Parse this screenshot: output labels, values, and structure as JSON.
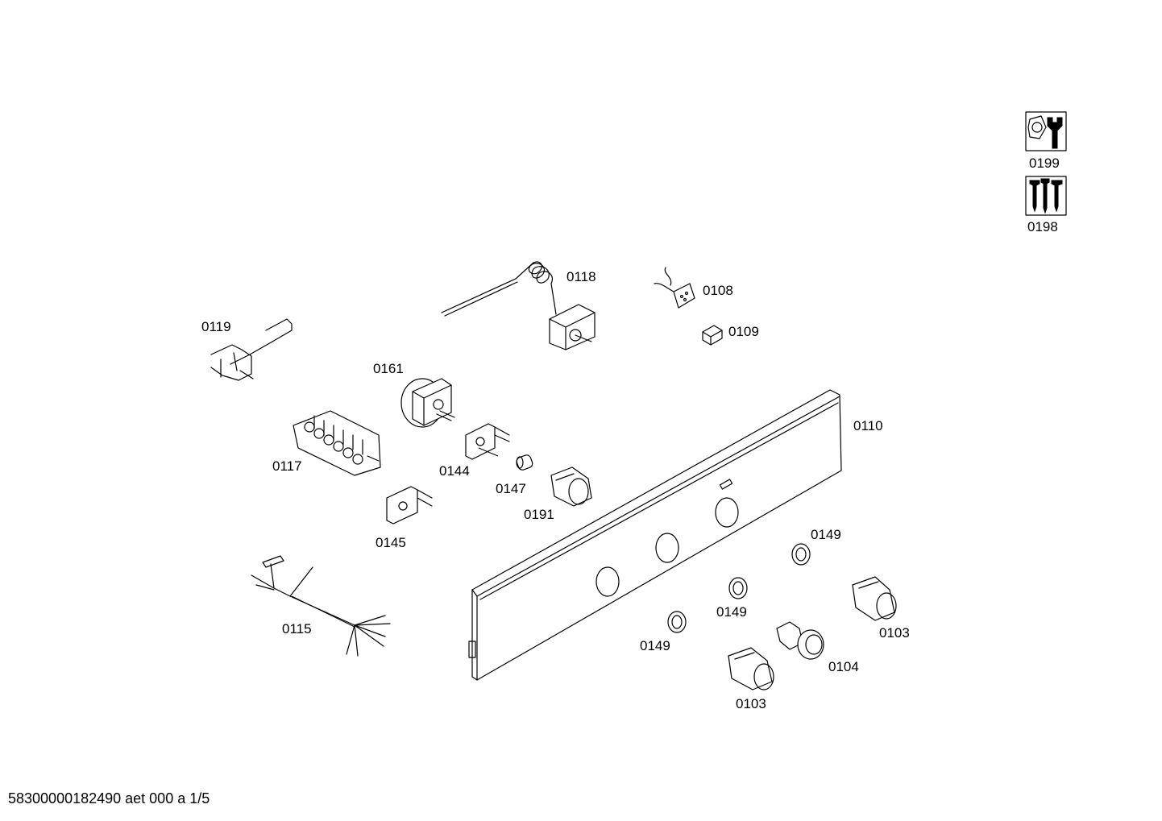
{
  "parts": {
    "p0199": "0199",
    "p0198": "0198",
    "p0118": "0118",
    "p0108": "0108",
    "p0109": "0109",
    "p0119": "0119",
    "p0161": "0161",
    "p0110": "0110",
    "p0117": "0117",
    "p0144": "0144",
    "p0147": "0147",
    "p0191": "0191",
    "p0145": "0145",
    "p0149a": "0149",
    "p0149b": "0149",
    "p0149c": "0149",
    "p0103a": "0103",
    "p0103b": "0103",
    "p0104": "0104",
    "p0115": "0115"
  },
  "footer": "58300000182490 aet 000 a 1/5"
}
